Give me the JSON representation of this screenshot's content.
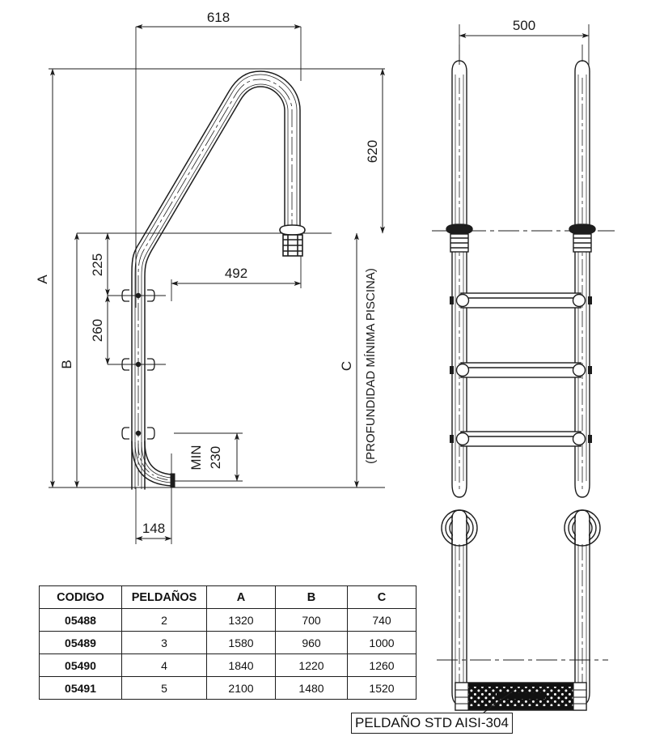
{
  "document": {
    "type": "technical-drawing",
    "subject": "Escalera de piscina - vista lateral, frontal y planta"
  },
  "views": {
    "side": {
      "name": "vista-lateral",
      "dimensions": {
        "top_width": "618",
        "handrail_height": "620",
        "handrail_offset": "492",
        "step_first": "225",
        "step_pitch": "260",
        "bottom_offset": "148",
        "min_label": "MIN",
        "min_value": "230",
        "overall_label": "A",
        "steps_span_label": "B",
        "depth_label": "C",
        "depth_note": "(PROFUNDIDAD MÍNIMA  PISCINA)"
      }
    },
    "front": {
      "name": "vista-frontal",
      "dimensions": {
        "width": "500"
      },
      "step_count": 3
    },
    "plan": {
      "name": "vista-planta",
      "callout": "PELDAÑO STD AISI-304"
    }
  },
  "spec_table": {
    "headers": [
      "CODIGO",
      "PELDAÑOS",
      "A",
      "B",
      "C"
    ],
    "rows": [
      {
        "codigo": "05488",
        "peldanos": "2",
        "a": "1320",
        "b": "700",
        "c": "740"
      },
      {
        "codigo": "05489",
        "peldanos": "3",
        "a": "1580",
        "b": "960",
        "c": "1000"
      },
      {
        "codigo": "05490",
        "peldanos": "4",
        "a": "1840",
        "b": "1220",
        "c": "1260"
      },
      {
        "codigo": "05491",
        "peldanos": "5",
        "a": "2100",
        "b": "1480",
        "c": "1520"
      }
    ]
  },
  "colors": {
    "line": "#1d1d1d",
    "background": "#ffffff"
  }
}
